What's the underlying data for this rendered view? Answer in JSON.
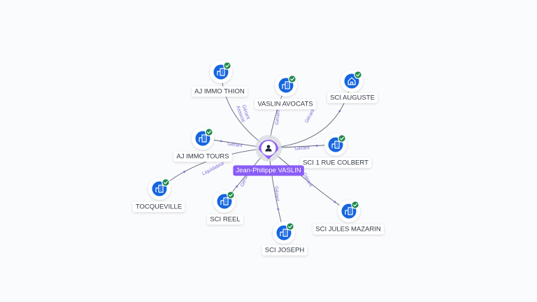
{
  "center": {
    "name": "Jean-Philippe VASLIN",
    "icon": "person-icon",
    "color": "#8a5cf6"
  },
  "colors": {
    "company_icon": "#1565e0",
    "check_badge": "#1f8a4c",
    "edge": "#5b6477",
    "edge_label": "#7c6cd6"
  },
  "companies": [
    {
      "id": "aj-immo-thion",
      "name": "AJ IMMO THION",
      "relation": "Gérant\nAssocié",
      "icon": "building-icon",
      "verified": true
    },
    {
      "id": "vaslin-avocats",
      "name": "VASLIN AVOCATS",
      "relation": "Gérant",
      "icon": "building-icon",
      "verified": true
    },
    {
      "id": "sci-auguste",
      "name": "SCI AUGUSTE",
      "relation": "Gérant",
      "icon": "house-icon",
      "verified": true
    },
    {
      "id": "aj-immo-tours",
      "name": "AJ IMMO TOURS",
      "relation": "Gérant",
      "icon": "building-icon",
      "verified": true
    },
    {
      "id": "sci-1-rue-colbert",
      "name": "SCI 1 RUE COLBERT",
      "relation": "Gérant",
      "icon": "building-icon",
      "verified": true
    },
    {
      "id": "tocqueville",
      "name": "TOCQUEVILLE",
      "relation": "Liquidateur",
      "icon": "building-icon",
      "verified": true
    },
    {
      "id": "sci-reel",
      "name": "SCI REEL",
      "relation": "Gérant",
      "icon": "building-icon",
      "verified": true
    },
    {
      "id": "sci-joseph",
      "name": "SCI JOSEPH",
      "relation": "Gérant",
      "icon": "building-icon",
      "verified": true
    },
    {
      "id": "sci-jules-mazarin",
      "name": "SCI JULES MAZARIN",
      "relation": "Gérant",
      "icon": "building-icon",
      "verified": true
    }
  ]
}
